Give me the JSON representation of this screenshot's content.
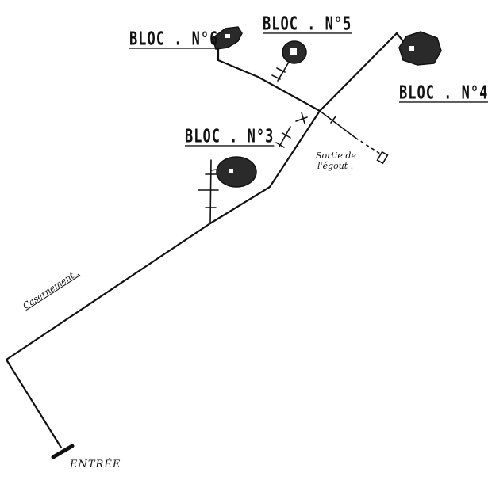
{
  "labels": {
    "bloc6": "BLOC . N°6",
    "bloc5": "BLOC . N°5",
    "bloc4": "BLOC . N°4",
    "bloc3": "BLOC . N°3",
    "sortie_line1": "Sortie de",
    "sortie_line2": "l'égout .",
    "casernement": "Casernement .",
    "entree": "ENTRÉE"
  }
}
